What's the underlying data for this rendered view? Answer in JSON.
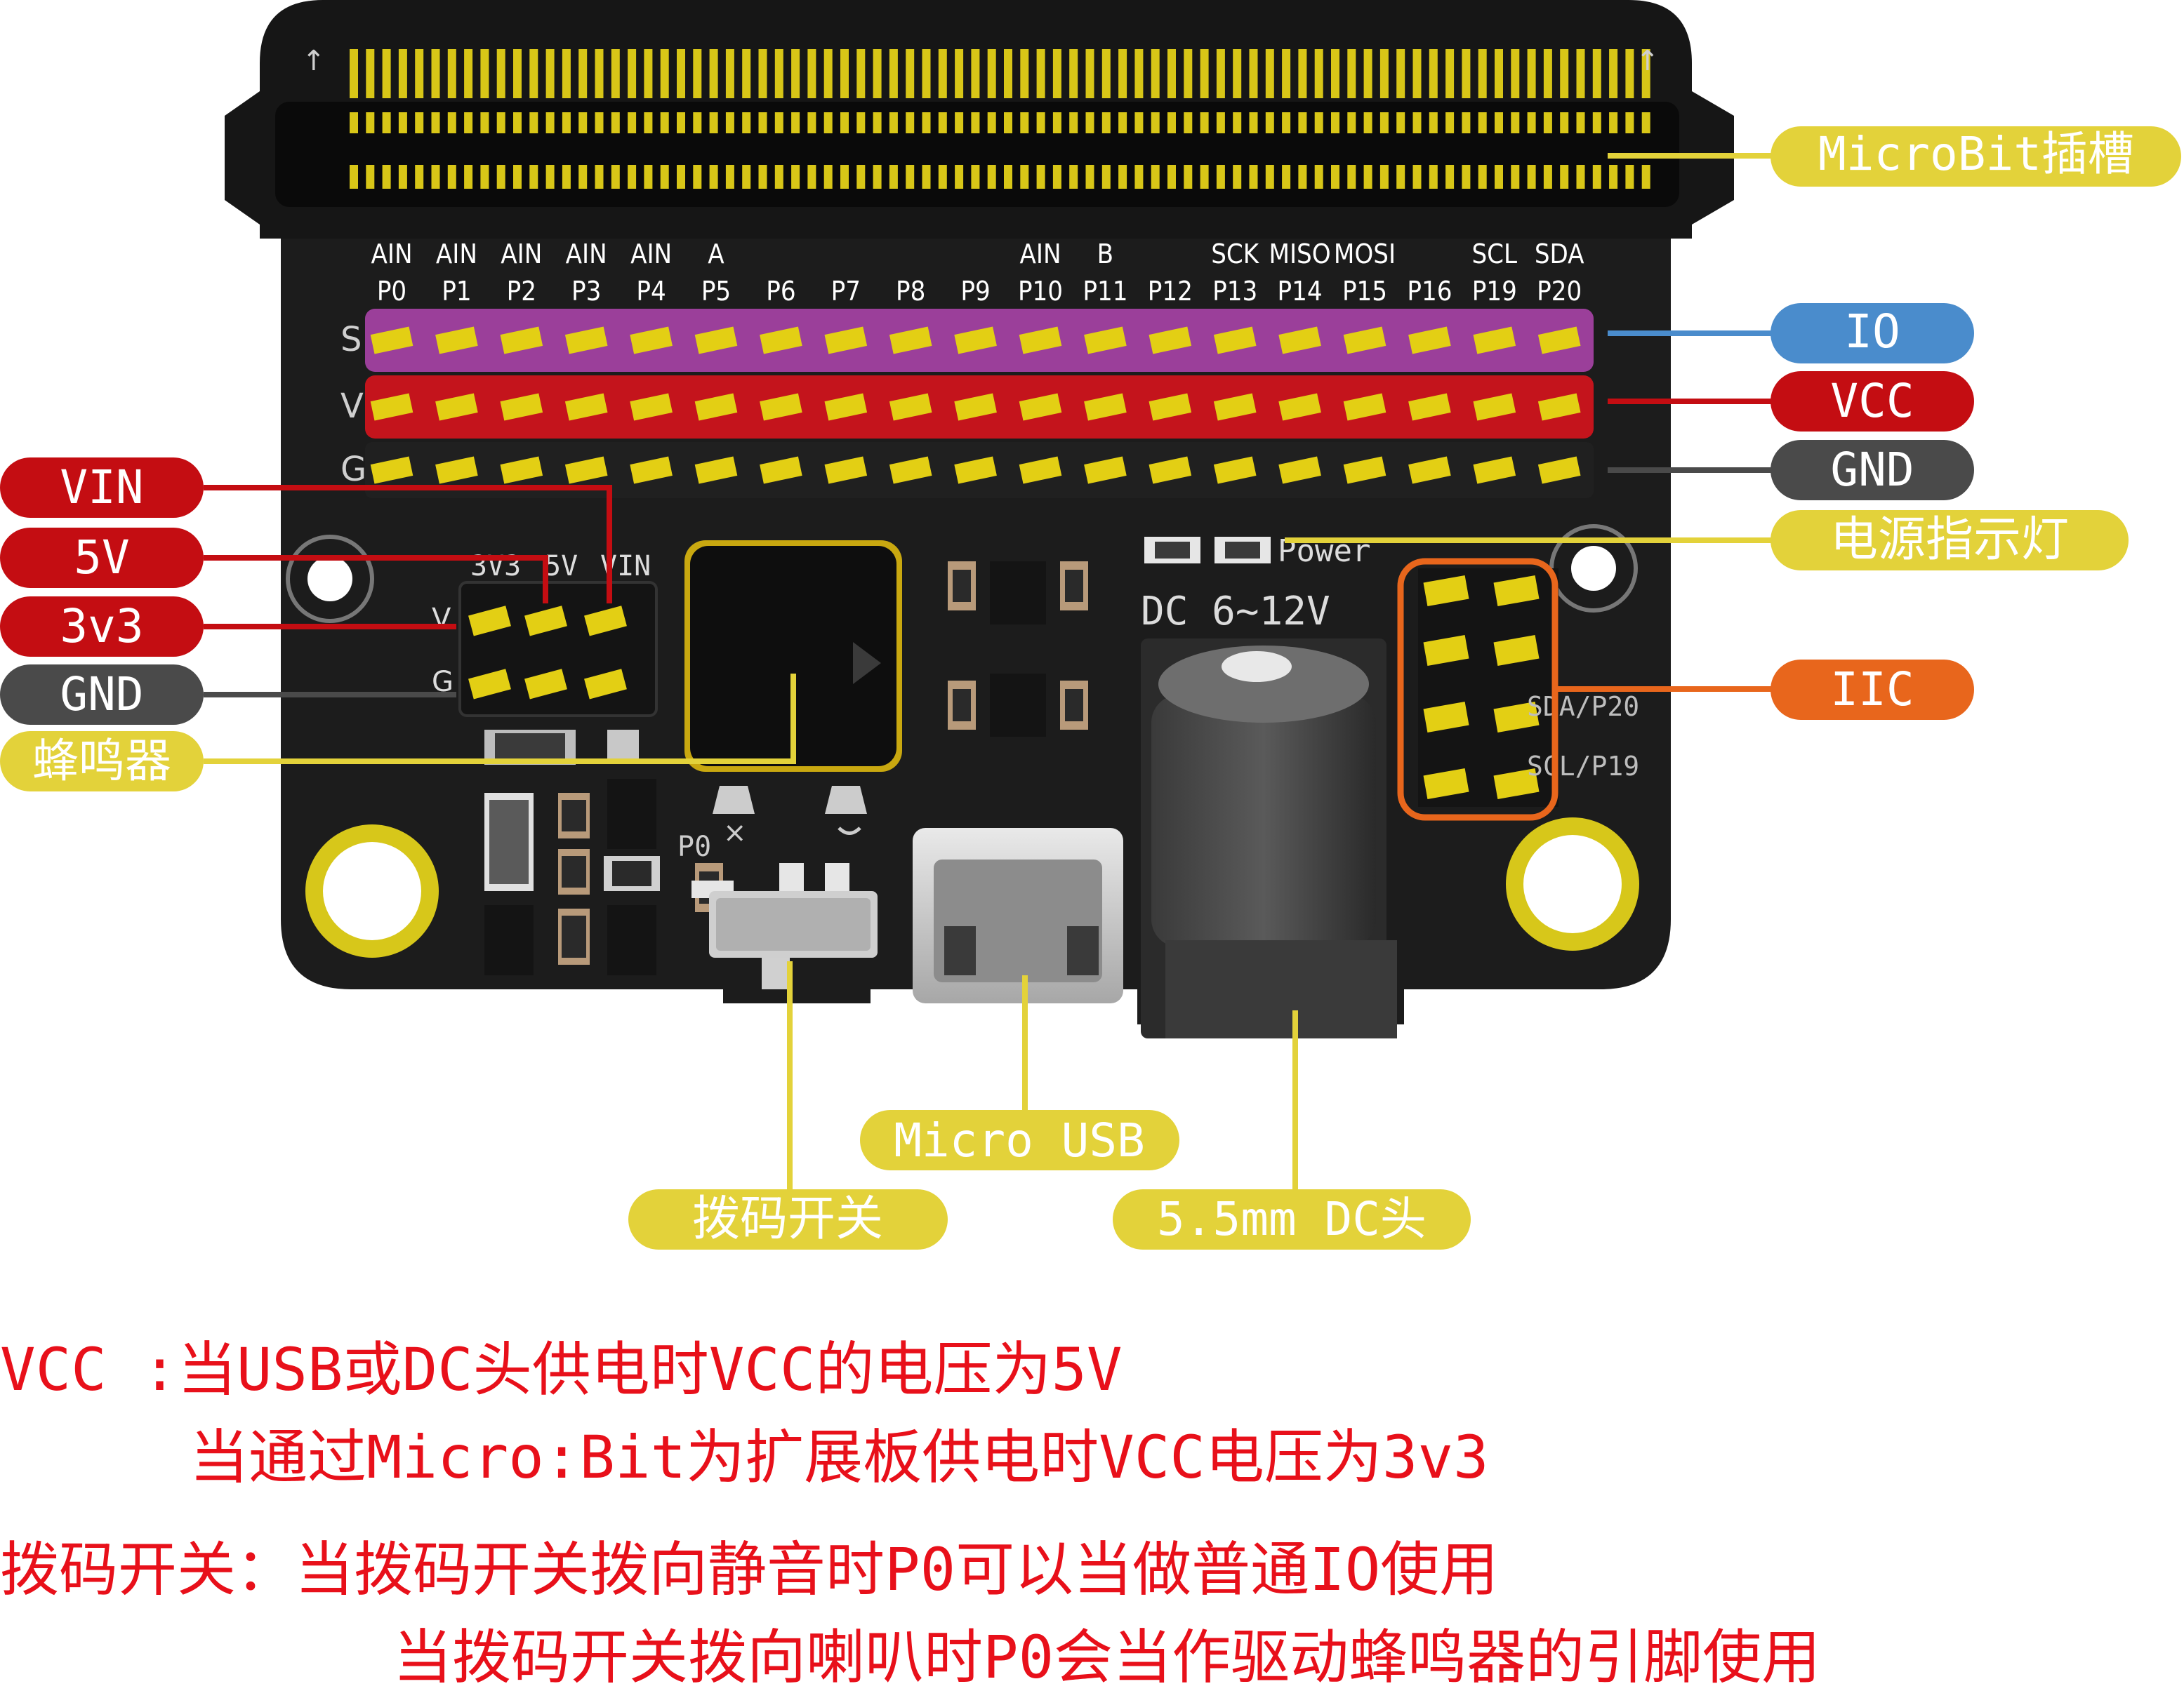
{
  "board": {
    "connector_marks": [
      "↑",
      "↑"
    ],
    "pin_labels_top": [
      "AIN",
      "AIN",
      "AIN",
      "AIN",
      "AIN",
      "A",
      "",
      "",
      "",
      "",
      "AIN",
      "B",
      "",
      "SCK",
      "MISO",
      "MOSI",
      "",
      "SCL",
      "SDA"
    ],
    "pin_labels_bottom": [
      "P0",
      "P1",
      "P2",
      "P3",
      "P4",
      "P5",
      "P6",
      "P7",
      "P8",
      "P9",
      "P10",
      "P11",
      "P12",
      "P13",
      "P14",
      "P15",
      "P16",
      "P19",
      "P20"
    ],
    "row_letters": [
      "S",
      "V",
      "G"
    ],
    "header_labels": [
      "3V3",
      "5V",
      "VIN"
    ],
    "header_row_letters": [
      "V",
      "G"
    ],
    "power_label": "Power",
    "dc_label": "DC 6~12V",
    "iic_labels": [
      "SDA/P20",
      "SCL/P19"
    ],
    "switch_label": "P0",
    "switch_mark": "×",
    "colors": {
      "signal_row": "#9b3f9a",
      "vcc_row": "#c4141c",
      "pcb": "#1c1c1c",
      "gold": "#e3cf14"
    }
  },
  "callouts": {
    "microbit_slot": "MicroBit插槽",
    "io": "IO",
    "vcc": "VCC",
    "gnd": "GND",
    "power_led": "电源指示灯",
    "iic": "IIC",
    "vin": "VIN",
    "v5": "5V",
    "v3v3": "3v3",
    "gnd_left": "GND",
    "buzzer": "蜂鸣器",
    "micro_usb": "Micro USB",
    "dip_switch": "拨码开关",
    "dc_jack": "5.5mm DC头"
  },
  "callout_colors": {
    "yellow": "#e3d23a",
    "blue": "#4a8ccc",
    "red": "#c40d12",
    "gray": "#4a4a4a",
    "orange": "#e8661c"
  },
  "notes": {
    "line1": "VCC :当USB或DC头供电时VCC的电压为5V",
    "line2": "当通过Micro:Bit为扩展板供电时VCC电压为3v3",
    "line3": "拨码开关：当拨码开关拨向静音时P0可以当做普通IO使用",
    "line4": "当拨码开关拨向喇叭时P0会当作驱动蜂鸣器的引脚使用"
  }
}
